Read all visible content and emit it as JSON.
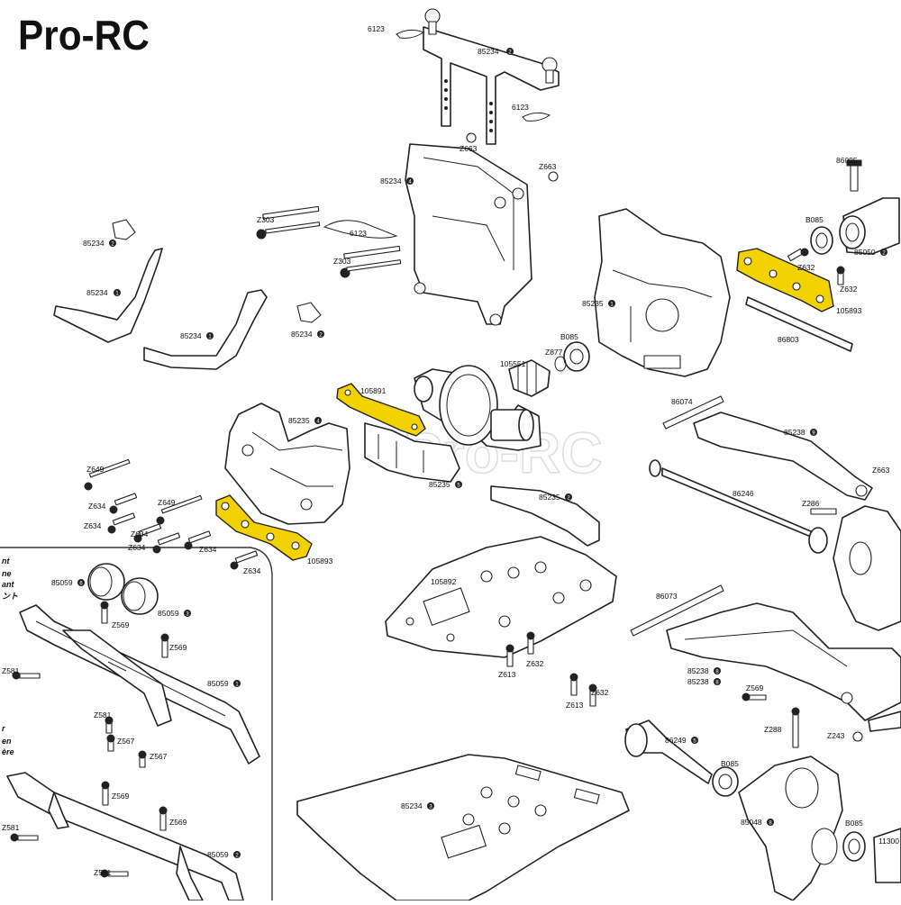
{
  "brand": "Pro-RC",
  "watermark": "Pro-RC",
  "colors": {
    "highlight": "#f3d200",
    "outline": "#222222"
  },
  "labels": {
    "l6123a": "6123",
    "l85234_2a": "85234",
    "l6123b": "6123",
    "lZ663a": "Z663",
    "lZ663b": "Z663",
    "l85234_4a": "85234",
    "lZ303a": "Z303",
    "l6123c": "6123",
    "lZ303b": "Z303",
    "l85234_2b": "85234",
    "l85234_1a": "85234",
    "l85234_1b": "85234",
    "l85234_2c": "85234",
    "l86095": "86095",
    "lB085a": "B085",
    "lZ632a": "Z632",
    "lZ632b": "Z632",
    "l85050": "85050",
    "l105893a": "105893",
    "l85235_1": "85235",
    "lB085b": "B085",
    "lZ877": "Z877",
    "l105551": "105551",
    "l86803": "86803",
    "l105891": "105891",
    "l85235_4": "85235",
    "l85235_5": "85235",
    "l86074": "86074",
    "l85238_9": "85238",
    "lZ663c": "Z663",
    "l86246": "86246",
    "lZ286": "Z286",
    "lZ649a": "Z649",
    "lZ649b": "Z649",
    "lZ634a": "Z634",
    "lZ634b": "Z634",
    "lZ634c": "Z634",
    "lZ634d": "Z634",
    "lZ634e": "Z634",
    "lZ634f": "Z634",
    "l105893b": "105893",
    "l85235_2": "85235",
    "l105892": "105892",
    "l85059_6": "85059",
    "l85059_3": "85059",
    "lZ569a": "Z569",
    "lZ569b": "Z569",
    "l85059_1": "85059",
    "lZ581a": "Z581",
    "lZ581b": "Z581",
    "lZ567a": "Z567",
    "lZ567b": "Z567",
    "lZ569c": "Z569",
    "lZ569d": "Z569",
    "lZ581c": "Z581",
    "l85059_2": "85059",
    "lZ581d": "Z581",
    "lZ613a": "Z613",
    "lZ632c": "Z632",
    "lZ613b": "Z613",
    "lZ632d": "Z632",
    "l86073": "86073",
    "l85238_8a": "85238",
    "l85238_8b": "85238",
    "lZ569e": "Z569",
    "lZ288": "Z288",
    "lZ243": "Z243",
    "l86249": "86249",
    "lB085c": "B085",
    "l85234_3": "85234",
    "l85048": "85048",
    "lB085d": "B085",
    "l11300": "11300"
  },
  "callouts": {
    "c1": "2",
    "c2": "2",
    "c3": "1",
    "c4": "4",
    "c5": "1",
    "c6": "2",
    "c7": "1",
    "c8": "2",
    "c9": "1",
    "c10": "4",
    "c11": "5",
    "c12": "2",
    "c13": "9",
    "c14": "6",
    "c15": "3",
    "c16": "1",
    "c17": "2",
    "c18": "5",
    "c19": "8",
    "c20": "8",
    "c21": "3",
    "c22": "8"
  },
  "box_fragments": [
    "nt",
    "ne",
    "ant",
    "ント",
    "r",
    "en",
    "ère"
  ]
}
